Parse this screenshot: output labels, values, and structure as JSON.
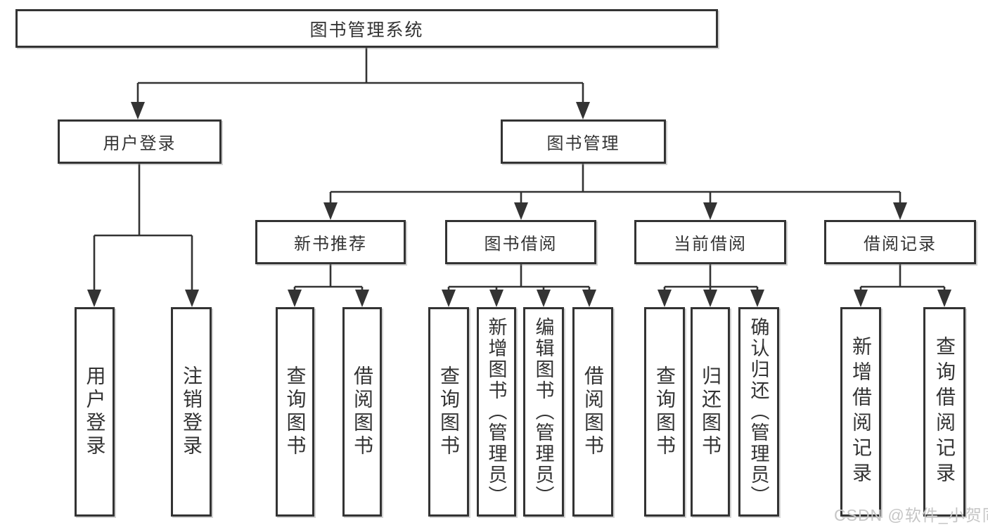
{
  "tree": {
    "label": "图书管理系统",
    "children": [
      {
        "label": "用户登录",
        "children": [
          {
            "label": "用户登录"
          },
          {
            "label": "注销登录"
          }
        ]
      },
      {
        "label": "图书管理",
        "children": [
          {
            "label": "新书推荐",
            "children": [
              {
                "label": "查询图书"
              },
              {
                "label": "借阅图书"
              }
            ]
          },
          {
            "label": "图书借阅",
            "children": [
              {
                "label": "查询图书"
              },
              {
                "label": "新增图书（管理员）"
              },
              {
                "label": "编辑图书（管理员）"
              },
              {
                "label": "借阅图书"
              }
            ]
          },
          {
            "label": "当前借阅",
            "children": [
              {
                "label": "查询图书"
              },
              {
                "label": "归还图书"
              },
              {
                "label": "确认归还（管理员）"
              }
            ]
          },
          {
            "label": "借阅记录",
            "children": [
              {
                "label": "新增借阅记录"
              },
              {
                "label": "查询借阅记录"
              }
            ]
          }
        ]
      }
    ]
  },
  "watermark": {
    "text": "CSDN @软件_小贺同学"
  },
  "colors": {
    "line": "#333333",
    "box_border": "#333333",
    "text": "#333333",
    "background": "#ffffff",
    "watermark": "#c6c6c6"
  }
}
